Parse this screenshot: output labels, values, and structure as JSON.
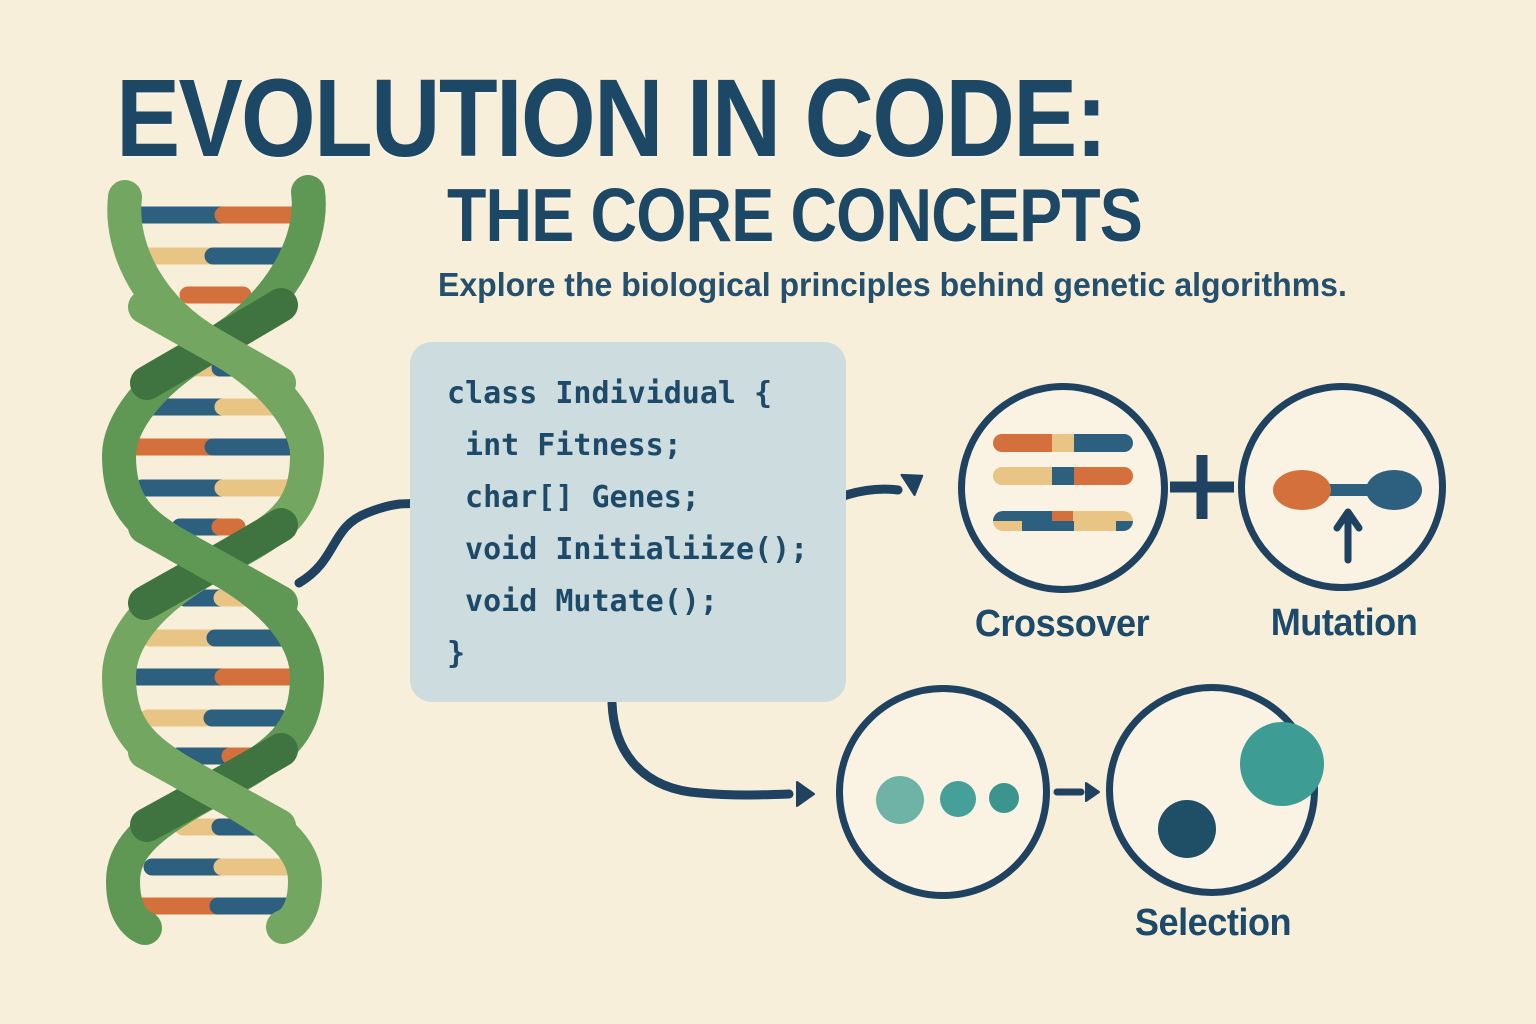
{
  "header": {
    "title": "EVOLUTION IN CODE:",
    "subtitle": "THE CORE CONCEPTS",
    "tagline": "Explore the biological principles behind genetic algorithms."
  },
  "code_panel": {
    "lines": [
      "class Individual {",
      " int Fitness;",
      " char[] Genes;",
      " void Initialiize();",
      " void Mutate();",
      "}"
    ]
  },
  "concepts": {
    "crossover": {
      "label": "Crossover"
    },
    "mutation": {
      "label": "Mutation"
    },
    "selection": {
      "label": "Selection"
    },
    "plus_symbol": "+"
  },
  "palette": {
    "bg": "#f8efdb",
    "panel": "#ccdcdf",
    "ink": "#1c4765",
    "navy": "#1e4260",
    "rung-blue": "#2d5f7e",
    "orange": "#d3703b",
    "tan": "#e9c585",
    "green-base": "#5f9854",
    "green-light": "#73a761",
    "green-dark": "#3f7440",
    "cream-fill": "#faf3e4",
    "teal-big": "#3d9d95",
    "teal-light": "#6fb3a6",
    "teal-mid": "#46a09a",
    "teal-small": "#3b948e",
    "navy-dot": "#1f4f66"
  }
}
